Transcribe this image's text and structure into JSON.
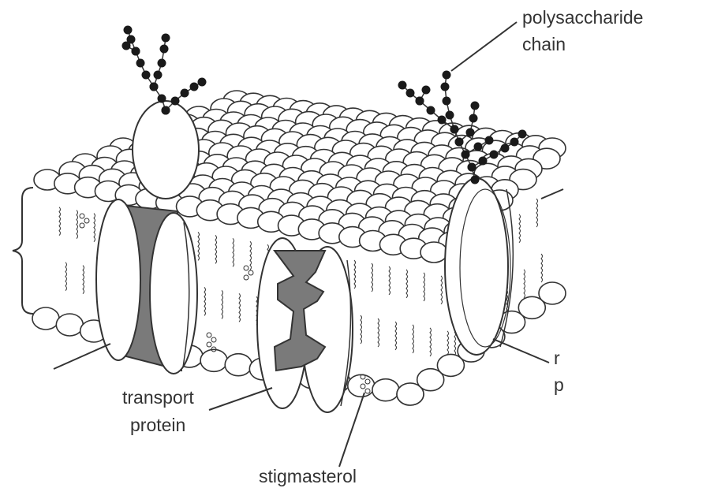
{
  "labels": {
    "polysaccharide_line1": "polysaccharide",
    "polysaccharide_line2": "chain",
    "transport_line1": "transport",
    "transport_line2": "protein",
    "stigmasterol": "stigmasterol",
    "cut_right_top": "r",
    "cut_right_bottom": "p"
  },
  "colors": {
    "outline": "#333333",
    "head_fill": "#ffffff",
    "channel_fill": "#7a7a7a",
    "bead_fill": "#1a1a1a"
  }
}
